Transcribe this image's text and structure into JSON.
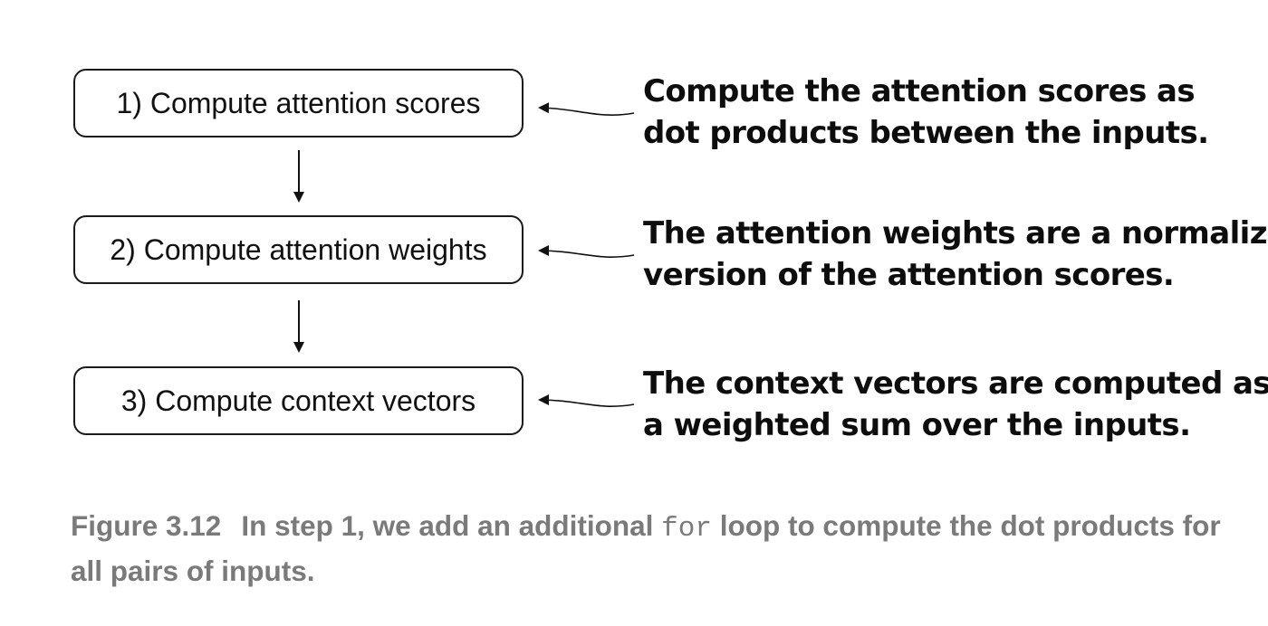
{
  "steps": [
    {
      "label": "1) Compute attention scores"
    },
    {
      "label": "2) Compute attention weights"
    },
    {
      "label": "3) Compute context vectors"
    }
  ],
  "notes": [
    {
      "line1": "Compute the attention scores as",
      "line2": "dot products between the inputs."
    },
    {
      "line1": "The attention weights are a normalized",
      "line2": "version of the attention scores."
    },
    {
      "line1": "The context vectors are computed as",
      "line2": "a weighted sum over the inputs."
    }
  ],
  "caption": {
    "figure_label": "Figure 3.12",
    "text_before_code": "In step 1, we add an additional ",
    "code": "for",
    "text_after_code": " loop to compute the dot products for all pairs of inputs."
  },
  "colors": {
    "box_border": "#1a1a1a",
    "note_text": "#0d0d0d",
    "caption_text": "#7a7a7a"
  }
}
